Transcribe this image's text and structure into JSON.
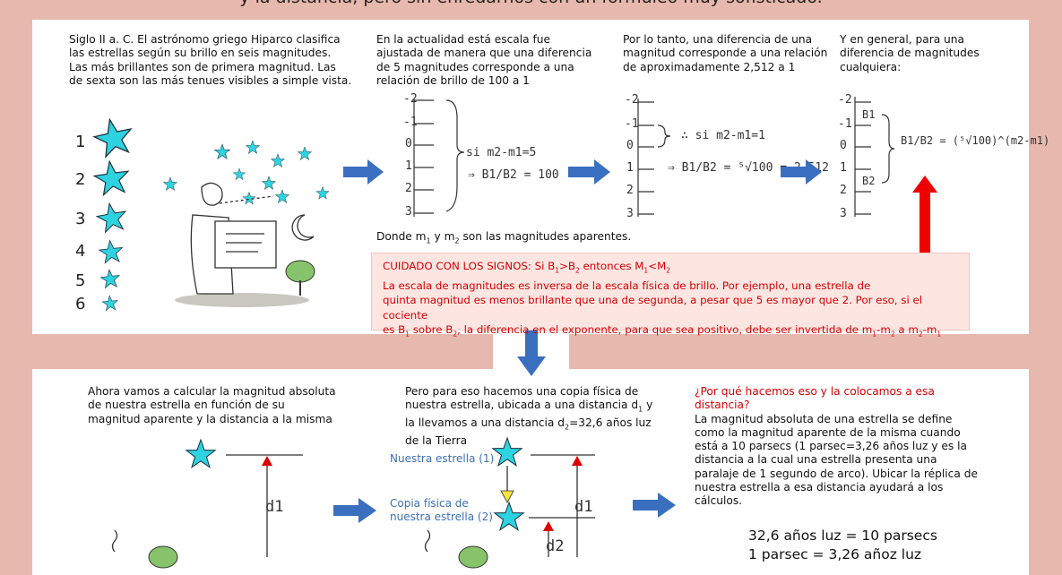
{
  "title": "y la distancia, pero sin enredarnos con un formuleo muy sofisticado.",
  "colors": {
    "star": "#2dd3e0",
    "arrow_blue": "#3a6fc0",
    "warning_red": "#d40000",
    "frame": "#e7b8ad"
  },
  "top": {
    "col1": {
      "text": "Siglo II a. C. El astrónomo griego Hiparco clasifica las estrellas según su brillo en seis magnitudes. Las más brillantes son de primera magnitud. Las de sexta son las más tenues visibles a simple vista.",
      "magnitudes": [
        "1",
        "2",
        "3",
        "4",
        "5",
        "6"
      ]
    },
    "col2": {
      "text": "En la actualidad está escala fue ajustada de manera que una diferencia de 5 magnitudes corresponde a una relación de brillo de 100 a 1",
      "scale": [
        "-2",
        "-1",
        "0",
        "1",
        "2",
        "3"
      ],
      "formula1": "si m2-m1=5",
      "formula2": "⇒ B1/B2 = 100",
      "footnote_a": "Donde m",
      "footnote_b": " y m",
      "footnote_c": " son las magnitudes aparentes."
    },
    "col3": {
      "text": "Por lo tanto, una diferencia de una magnitud corresponde a una relación de aproximadamente 2,512 a 1",
      "scale": [
        "-2",
        "-1",
        "0",
        "1",
        "2",
        "3"
      ],
      "formula1": "∴ si m2-m1=1",
      "formula2": "⇒ B1/B2 = ⁵√100 = 2,512"
    },
    "col4": {
      "text": "Y en general, para una diferencia de magnitudes cualquiera:",
      "scale": [
        "-2",
        "-1",
        "0",
        "1",
        "2",
        "3"
      ],
      "b1": "B1",
      "b2": "B2",
      "formula": "B1/B2 = (⁵√100)^(m2-m1)"
    },
    "warning": {
      "head_a": "CUIDADO CON LOS SIGNOS: Si B",
      "head_b": ">B",
      "head_c": " entonces M",
      "head_d": "<M",
      "line1": "La escala de magnitudes es inversa de la escala física de brillo. Por ejemplo, una estrella de",
      "line2": "quinta magnitud es menos brillante que una de segunda, a pesar que 5 es mayor que 2. Por eso, si el cociente",
      "line3_a": "es B",
      "line3_b": " sobre B",
      "line3_c": ", la diferencia en el exponente, para que sea positivo, debe ser invertida de m",
      "line3_d": "-m",
      "line3_e": " a m",
      "line3_f": "-m"
    },
    "subs": {
      "one": "1",
      "two": "2"
    }
  },
  "bottom": {
    "col1_text": "Ahora vamos  a calcular la magnitud absoluta de nuestra estrella en función de su magnitud aparente y la distancia a la misma",
    "col2_text_a": "Pero para eso hacemos una copia física de nuestra estrella, ubicada a una distancia d",
    "col2_text_b": " y la llevamos a una distancia d",
    "col2_text_c": "=32,6 años luz de la Tierra",
    "label_star": "Nuestra estrella (1)",
    "label_copy": "Copia física de nuestra estrella (2)",
    "d1": "d1",
    "d2": "d2",
    "col3_question": "¿Por qué hacemos eso y la colocamos a esa distancia?",
    "col3_text": "La magnitud absoluta de una estrella se define como la magnitud aparente de la misma cuando está a 10 parsecs (1 parsec=3,26 años luz y es la distancia a la cual una estrella presenta una paralaje de 1 segundo de arco). Ubicar la réplica de nuestra estrella a esa distancia ayudará a los cálculos.",
    "eq1": "32,6 años luz = 10 parsecs",
    "eq2": "1 parsec = 3,26 añoz luz"
  }
}
